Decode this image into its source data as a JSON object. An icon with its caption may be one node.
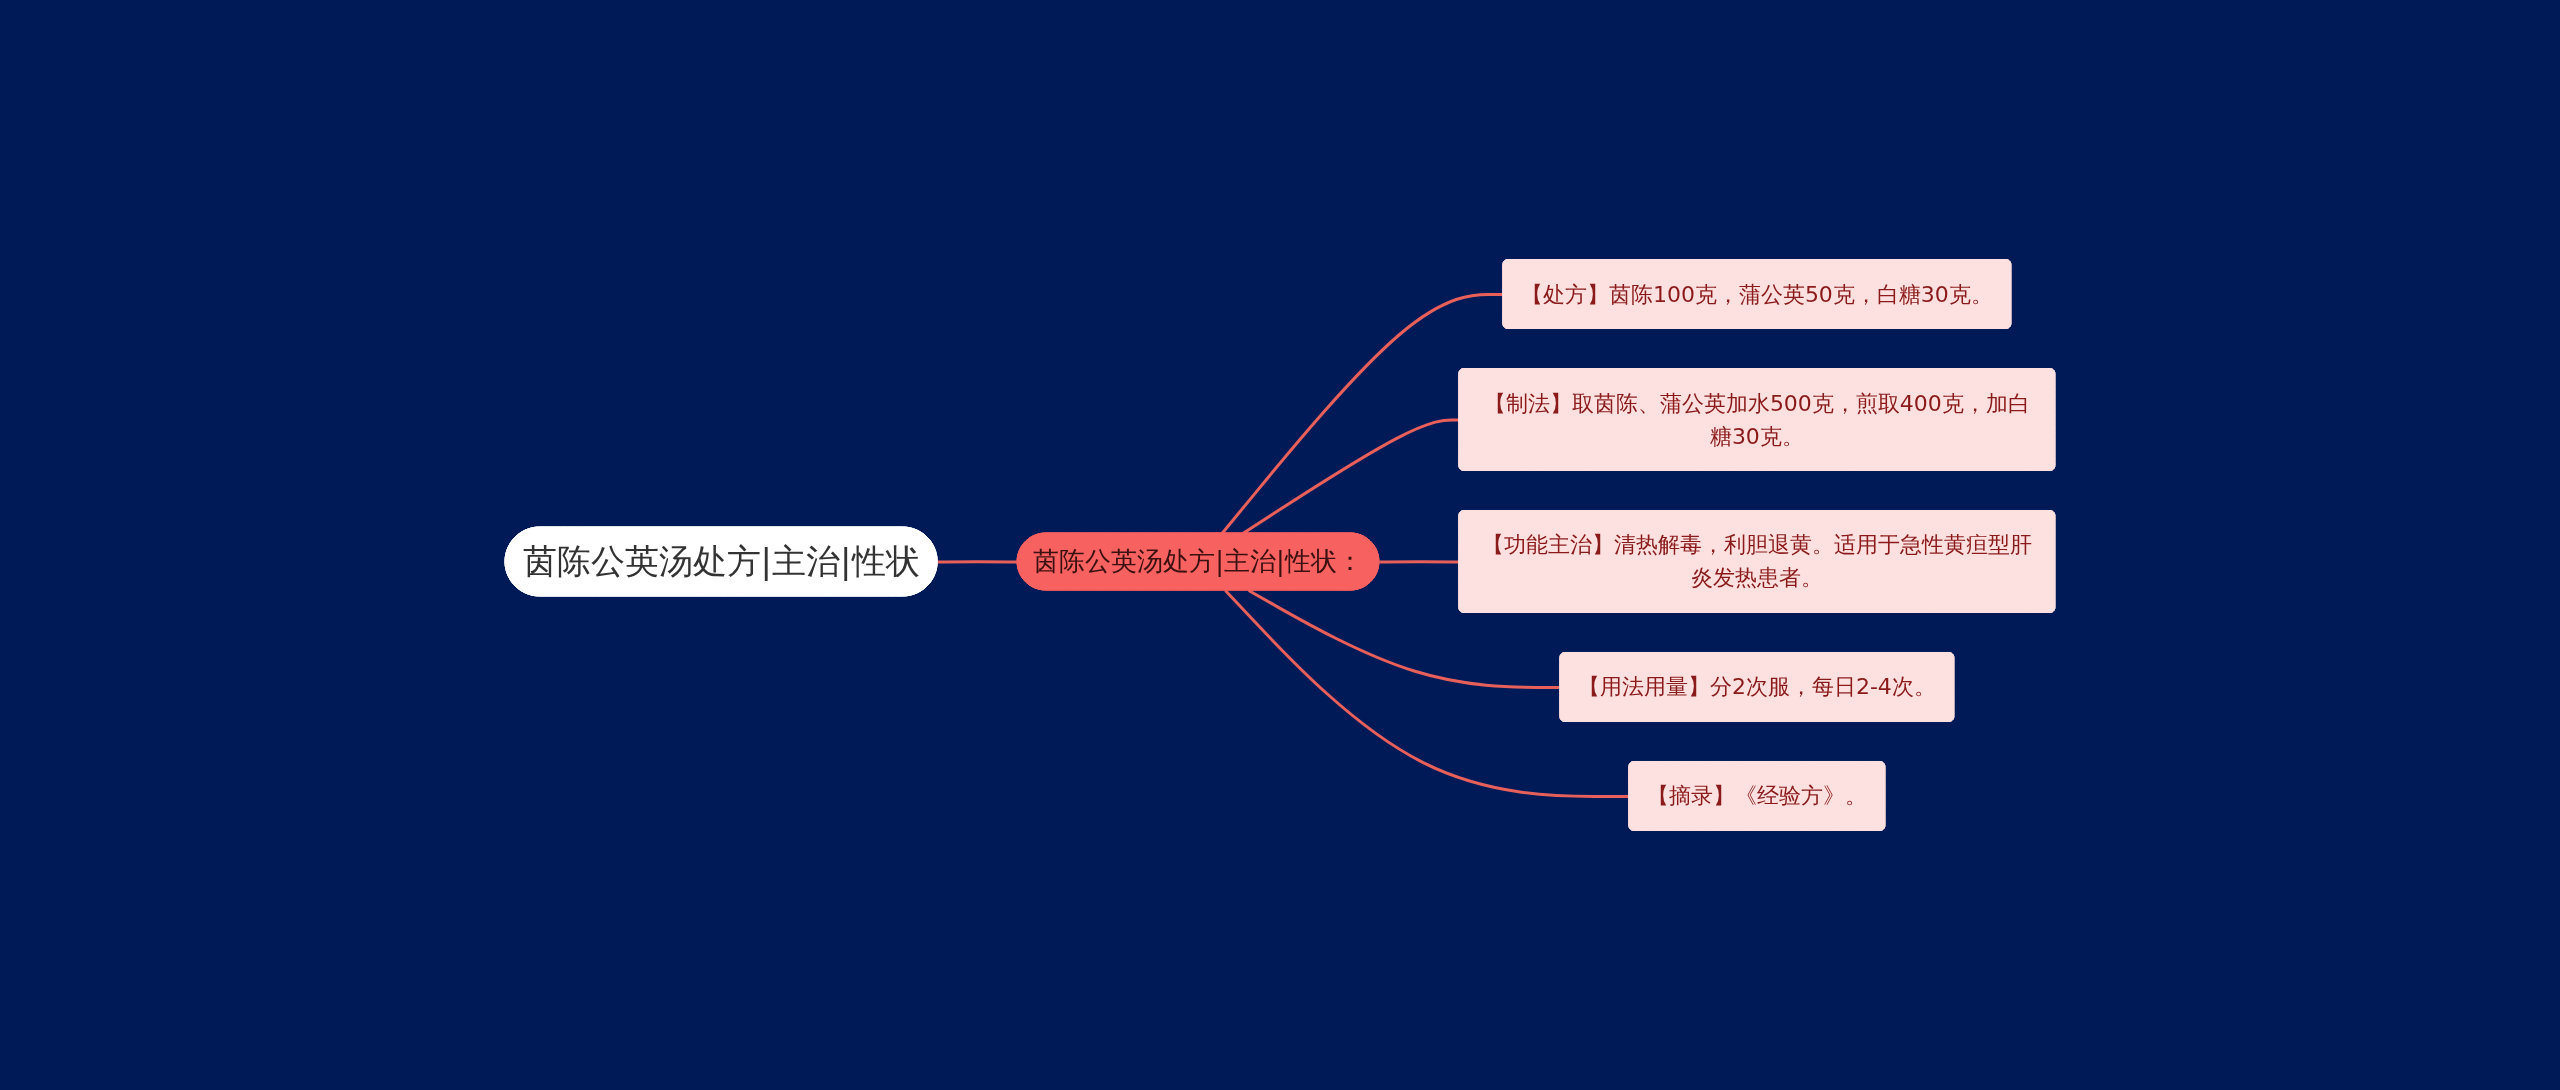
{
  "diagram": {
    "nodes": [
      {
        "text": [
          "茵陈公英汤处方|主治|性状"
        ]
      },
      {
        "text": [
          "茵陈公英汤处方|主治|性状："
        ]
      },
      {
        "text": [
          "【处方】茵陈100克，蒲公英50克，白糖30克。"
        ]
      },
      {
        "text": [
          "【制法】取茵陈、蒲公英加水500克，煎取400克，加白糖30克。"
        ]
      },
      {
        "text": [
          "【功能主治】清热解毒，利胆退黄。适用于急性黄疸型肝炎发热患者。"
        ]
      },
      {
        "text": [
          "【用法用量】分2次服，每日2-4次。"
        ]
      },
      {
        "text": [
          "【摘录】《经验方》。"
        ]
      }
    ],
    "edges": [
      {
        "from": 0,
        "to": 1,
        "arrow": "none"
      },
      {
        "from": 1,
        "to": 2,
        "arrow": "none"
      },
      {
        "from": 1,
        "to": 3,
        "arrow": "none"
      },
      {
        "from": 1,
        "to": 4,
        "arrow": "none"
      },
      {
        "from": 1,
        "to": 5,
        "arrow": "none"
      },
      {
        "from": 1,
        "to": 6,
        "arrow": "none"
      }
    ]
  }
}
